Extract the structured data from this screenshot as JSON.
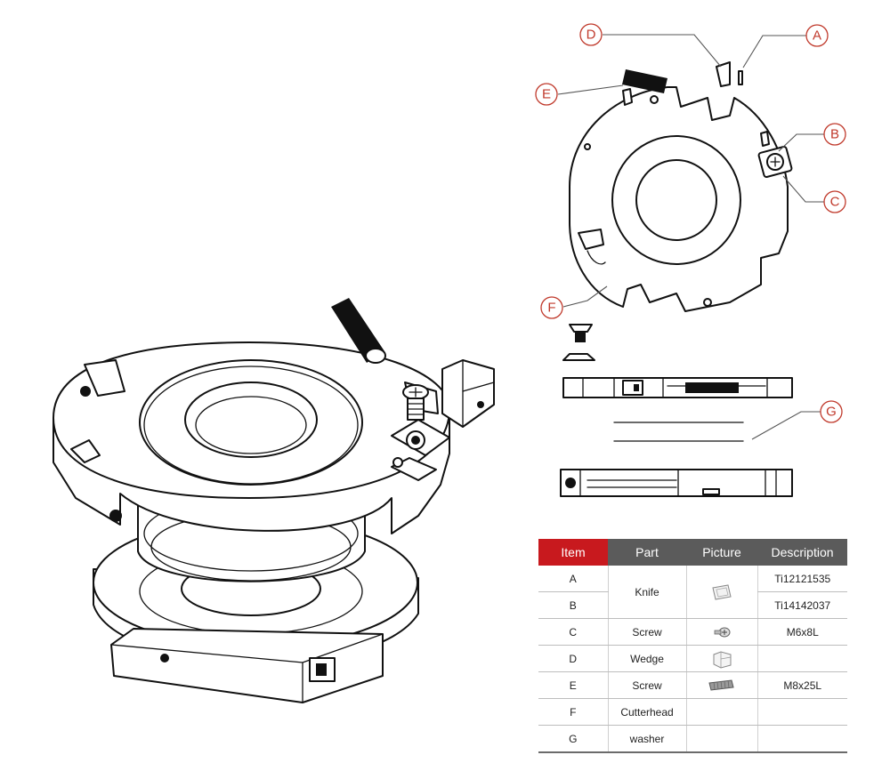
{
  "callouts": [
    "A",
    "B",
    "C",
    "D",
    "E",
    "F",
    "G"
  ],
  "table": {
    "headers": [
      "Item",
      "Part",
      "Picture",
      "Description"
    ],
    "rows": [
      {
        "item": "A",
        "part": "Knife",
        "picture": "knife-icon",
        "description": "Ti12121535"
      },
      {
        "item": "B",
        "part": "",
        "picture": "",
        "description": "Ti14142037"
      },
      {
        "item": "C",
        "part": "Screw",
        "picture": "small-screw-icon",
        "description": "M6x8L"
      },
      {
        "item": "D",
        "part": "Wedge",
        "picture": "wedge-icon",
        "description": ""
      },
      {
        "item": "E",
        "part": "Screw",
        "picture": "set-screw-icon",
        "description": "M8x25L"
      },
      {
        "item": "F",
        "part": "Cutterhead",
        "picture": "",
        "description": ""
      },
      {
        "item": "G",
        "part": "washer",
        "picture": "",
        "description": ""
      }
    ]
  },
  "colors": {
    "accent": "#c8191e",
    "header": "#5b5b5b",
    "callout": "#c0392b"
  }
}
